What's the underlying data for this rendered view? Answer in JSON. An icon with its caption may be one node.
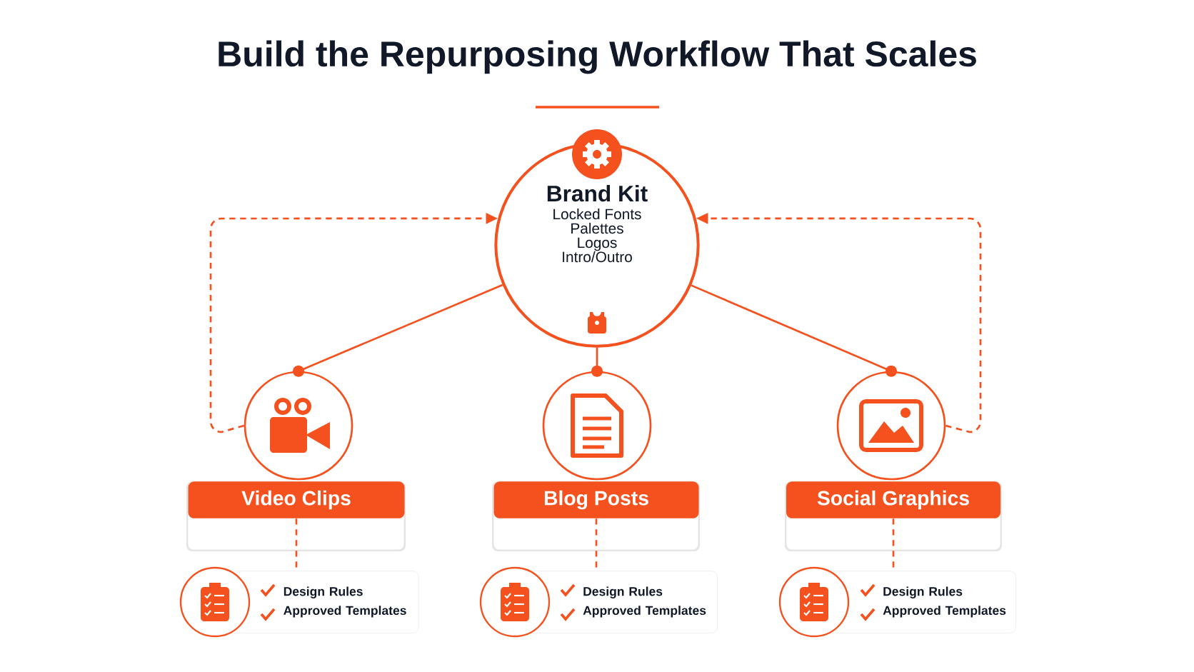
{
  "diagram": {
    "title": "Build the Repurposing Workflow That Scales",
    "nodes": [
      {
        "text": [
          "Brand Kit",
          "Locked Fonts",
          "Palettes",
          "Logos",
          "Intro/Outro"
        ]
      },
      {
        "text": [],
        "shape": "circle"
      },
      {
        "text": [],
        "shape": "circle"
      },
      {
        "text": [],
        "shape": "circle"
      },
      {
        "text": [
          "Video Clips"
        ]
      },
      {
        "text": [
          "Blog Posts"
        ]
      },
      {
        "text": [
          "Social Graphics"
        ]
      },
      {
        "text": [
          "Design Rules",
          "Approved Templates"
        ]
      },
      {
        "text": [
          "Design Rules",
          "Approved Templates"
        ]
      },
      {
        "text": [
          "Design Rules",
          "Approved Templates"
        ]
      }
    ],
    "edges": [
      {
        "from": 0,
        "to": 1,
        "arrow": "other"
      },
      {
        "from": 0,
        "to": 2,
        "arrow": "other"
      },
      {
        "from": 0,
        "to": 3,
        "arrow": "other"
      },
      {
        "from": 1,
        "to": 0,
        "arrow": "to",
        "style": "dashed"
      },
      {
        "from": 3,
        "to": 0,
        "arrow": "to",
        "style": "dashed"
      },
      {
        "from": 4,
        "to": 7,
        "arrow": "none",
        "style": "dashed"
      },
      {
        "from": 5,
        "to": 8,
        "arrow": "none",
        "style": "dashed"
      },
      {
        "from": 6,
        "to": 9,
        "arrow": "none",
        "style": "dashed"
      }
    ]
  }
}
